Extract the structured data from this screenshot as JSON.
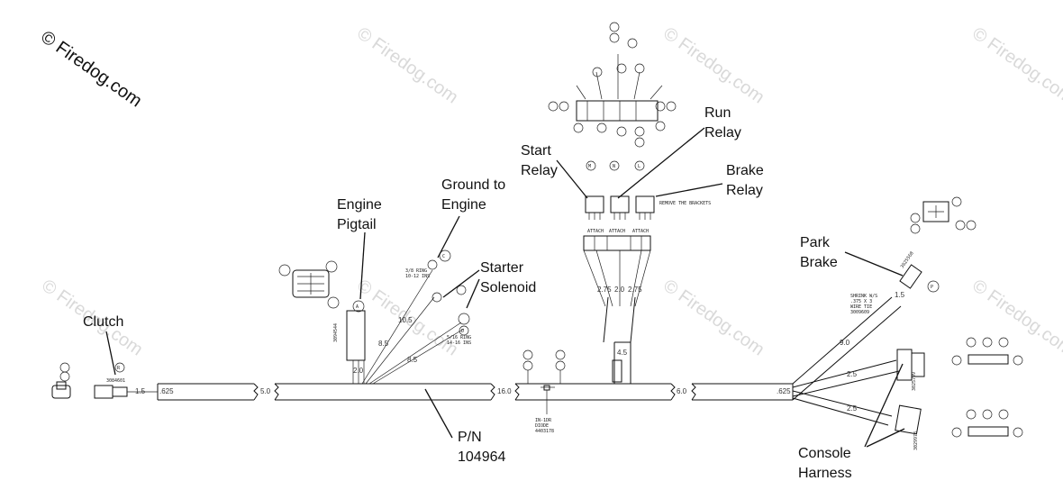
{
  "copyright": "© Firedog.com",
  "watermark": "© Firedog.com",
  "labels": {
    "clutch": "Clutch",
    "engine_pigtail": [
      "Engine",
      "Pigtail"
    ],
    "ground_to_engine": [
      "Ground to",
      "Engine"
    ],
    "starter_solenoid": [
      "Starter",
      "Solenoid"
    ],
    "start_relay": [
      "Start",
      "Relay"
    ],
    "run_relay": [
      "Run",
      "Relay"
    ],
    "brake_relay": [
      "Brake",
      "Relay"
    ],
    "park_brake": [
      "Park",
      "Brake"
    ],
    "console_harness": [
      "Console",
      "Harness"
    ],
    "part_number": [
      "P/N",
      "104964"
    ]
  },
  "dimensions": {
    "d_15": "1.5",
    "d_625a": ".625",
    "d_50": "5.0",
    "d_160": "16.0",
    "d_60": "6.0",
    "d_625b": ".625",
    "d_20": "2.0",
    "d_85a": "8.5",
    "d_85b": "8.5",
    "d_105": "10.5",
    "d_275a": "2.75",
    "d_20b": "2.0",
    "d_275b": "2.75",
    "d_45": "4.5",
    "d_90": "9.0",
    "d_15b": "1.5",
    "d_25a": "2.5",
    "d_25b": "2.5"
  },
  "notes": {
    "remove_brackets": "REMOVE THE BRACKETS",
    "ring_38": "3/8 RING",
    "ring_38b": "10-12 INS",
    "ring_516": "5/16 RING",
    "ring_516b": "14-16 INS",
    "diode": [
      "IN-1DR",
      "DIODE",
      "4403178"
    ],
    "attach": "ATTACH",
    "shrink": [
      "SHRINK W/S",
      ".375 X 3",
      "WIRE TIE",
      "3009609"
    ],
    "pn_3094544": "3094544",
    "pn_3025568": "3025568",
    "pn_3025799": "3025799",
    "pn_3029978": "3029978",
    "pn_3084601": "3084601",
    "relay_m": "M",
    "relay_n": "N",
    "relay_l": "L",
    "clutch_r": "R",
    "park_p": "P",
    "pig_a": "A",
    "gnd_c": "C",
    "sol_d": "D"
  }
}
